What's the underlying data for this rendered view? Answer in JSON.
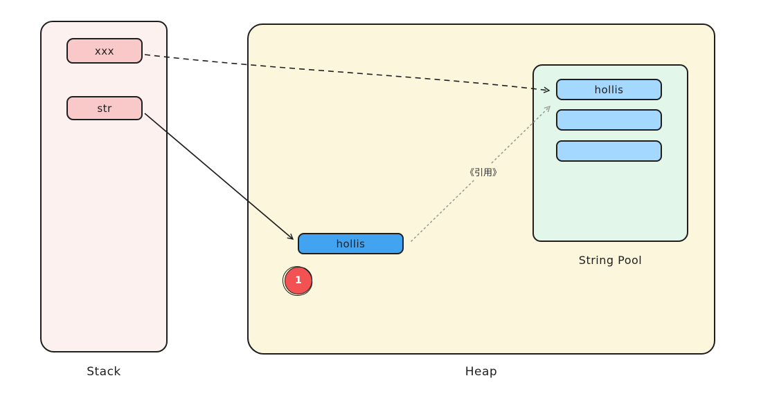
{
  "stack": {
    "label": "Stack",
    "variables": [
      {
        "label": "xxx"
      },
      {
        "label": "str"
      }
    ]
  },
  "heap": {
    "label": "Heap",
    "string_object": {
      "label": "hollis"
    },
    "step_badge": "1",
    "reference_label": "《引用》",
    "string_pool": {
      "label": "String Pool",
      "slots": [
        {
          "label": "hollis"
        },
        {
          "label": ""
        },
        {
          "label": ""
        }
      ]
    }
  },
  "arrows": [
    {
      "name": "xxx-to-pool",
      "style": "dashed",
      "from": "stack.xxx",
      "to": "string_pool.slot0"
    },
    {
      "name": "str-to-object",
      "style": "solid",
      "from": "stack.str",
      "to": "heap.string_object"
    },
    {
      "name": "object-to-pool",
      "style": "dotted",
      "from": "heap.string_object",
      "to": "string_pool.slot0",
      "label": "《引用》"
    }
  ],
  "colors": {
    "ink": "#1e1e1e",
    "stack_fill": "#fdf1f0",
    "stack_item_fill": "#f9c9c9",
    "heap_fill": "#fcf6dc",
    "pool_fill": "#e2f6e9",
    "pool_slot_fill": "#a5d8ff",
    "object_fill": "#42a3f0",
    "badge_fill": "#f25252",
    "badge_text": "#ffffff",
    "dotted_arrow": "#9b9b91"
  }
}
